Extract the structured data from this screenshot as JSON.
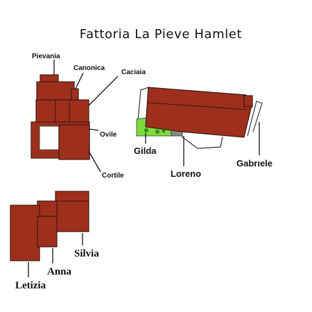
{
  "title": "Fattoria La Pieve Hamlet",
  "colors": {
    "roof": "#9e2f1c",
    "garden": "#7bdc3c",
    "garden_dark": "#2e8b1e",
    "patio": "#8a8a8a"
  },
  "labels": {
    "pievania": "Pievania",
    "canonica": "Canonica",
    "caciaia": "Caciaia",
    "ovile": "Ovile",
    "cortile": "Cortile",
    "gilda": "Gilda",
    "loreno": "Loreno",
    "gabriele": "Gabrıele",
    "silvia": "Silvia",
    "anna": "Anna",
    "letizia": "Letizia"
  }
}
